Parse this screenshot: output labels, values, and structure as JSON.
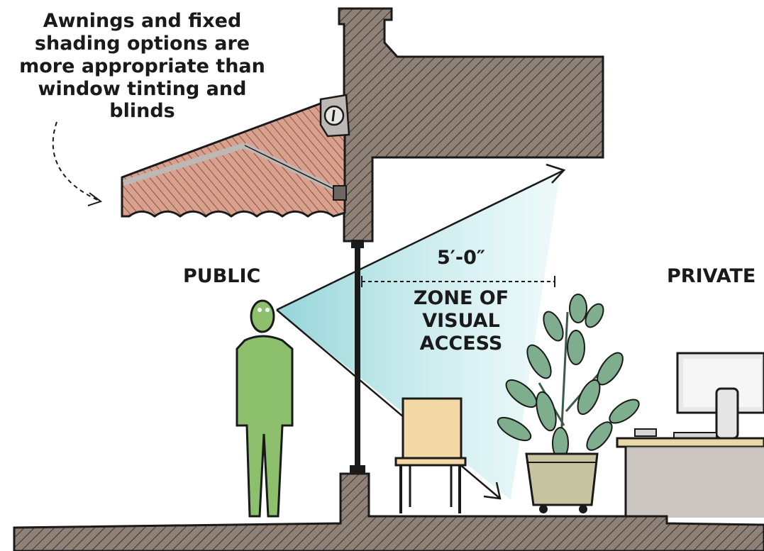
{
  "labels": {
    "callout": "Awnings and fixed\nshading options are\nmore appropriate than\nwindow tinting and\nblinds",
    "public": "PUBLIC",
    "private": "PRIVATE",
    "dimension": "5′-0″",
    "zone": "ZONE OF\nVISUAL\nACCESS"
  },
  "colors": {
    "structure": "#8d8178",
    "awning": "#d9a08e",
    "person": "#8dc06c",
    "sightline": "#a8dde0",
    "plant": "#7fae8e",
    "planter": "#c6c4a0",
    "chair": "#f1d8a4",
    "ink": "#1a1a1a"
  }
}
